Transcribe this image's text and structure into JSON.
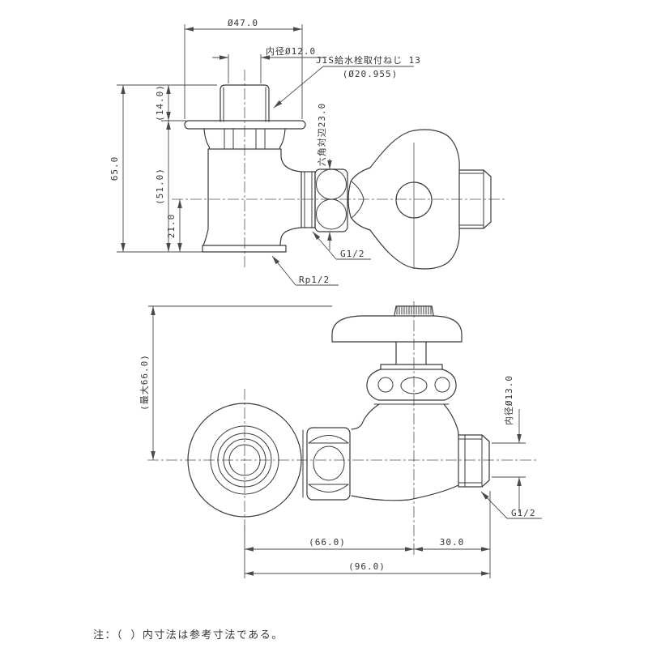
{
  "colors": {
    "line": "#3a3a3a",
    "dimension": "#4a4a4a",
    "background": "#ffffff"
  },
  "front_view": {
    "dim_flange_diameter": "Ø47.0",
    "dim_top_bore": "内径Ø12.0",
    "thread_note_line1": "JIS給水栓取付ねじ 13",
    "thread_note_line2": "(Ø20.955)",
    "dim_total_height": "65.0",
    "dim_body_height": "(51.0)",
    "dim_boss_height": "(14.0)",
    "dim_outlet_center_height": "21.0",
    "dim_hex_flats": "六角対辺23.0",
    "label_union_thread": "G1/2",
    "label_base_thread": "Rp1/2"
  },
  "side_view": {
    "dim_max_height": "(最大66.0)",
    "dim_outlet_bore": "内径Ø13.0",
    "label_outlet_thread": "G1/2",
    "dim_center_to_stem": "(66.0)",
    "dim_stem_to_end": "30.0",
    "dim_total_length": "(96.0)"
  },
  "note": "注：（ ）内寸法は参考寸法である。"
}
